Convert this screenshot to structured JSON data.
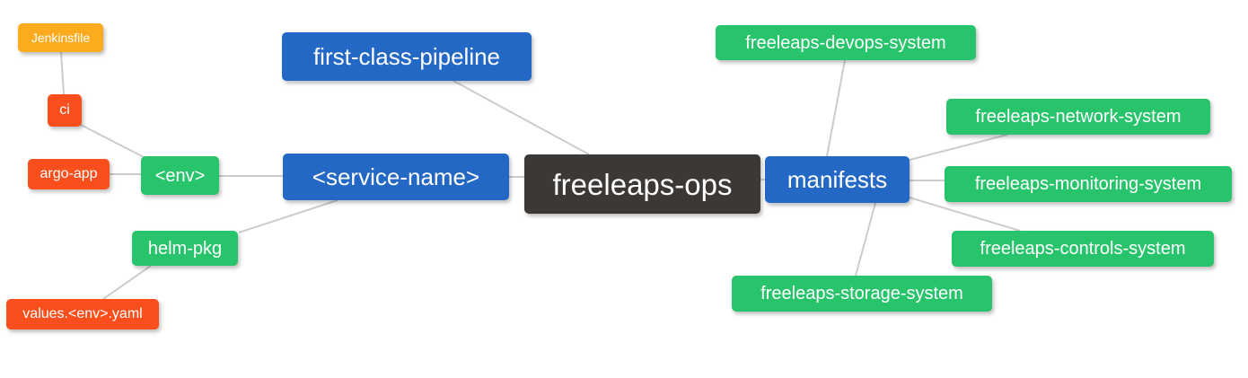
{
  "diagram": {
    "type": "mindmap",
    "title": "freeleaps-ops repository structure",
    "background": "#ffffff",
    "edge_color": "#cccccc",
    "palette": {
      "root": "#3b3836",
      "branch": "#2368c4",
      "leaf_green": "#28c46c",
      "leaf_red": "#fb4e1d",
      "leaf_orange": "#fbab1d",
      "text": "#ffffff"
    }
  },
  "nodes": {
    "freeleaps_ops": {
      "label": "freeleaps-ops"
    },
    "first_class_pipeline": {
      "label": "first-class-pipeline"
    },
    "service_name": {
      "label": "<service-name>"
    },
    "env": {
      "label": "<env>"
    },
    "ci": {
      "label": "ci"
    },
    "jenkinsfile": {
      "label": "Jenkinsfile"
    },
    "argo_app": {
      "label": "argo-app"
    },
    "helm_pkg": {
      "label": "helm-pkg"
    },
    "values_env_yaml": {
      "label": "values.<env>.yaml"
    },
    "manifests": {
      "label": "manifests"
    },
    "devops_system": {
      "label": "freeleaps-devops-system"
    },
    "network_system": {
      "label": "freeleaps-network-system"
    },
    "monitoring_system": {
      "label": "freeleaps-monitoring-system"
    },
    "controls_system": {
      "label": "freeleaps-controls-system"
    },
    "storage_system": {
      "label": "freeleaps-storage-system"
    }
  },
  "edges": [
    {
      "from": "jenkinsfile",
      "to": "ci"
    },
    {
      "from": "ci",
      "to": "env"
    },
    {
      "from": "argo_app",
      "to": "env"
    },
    {
      "from": "env",
      "to": "service_name"
    },
    {
      "from": "service_name",
      "to": "helm_pkg"
    },
    {
      "from": "helm_pkg",
      "to": "values_env_yaml"
    },
    {
      "from": "first_class_pipeline",
      "to": "freeleaps_ops"
    },
    {
      "from": "service_name",
      "to": "freeleaps_ops"
    },
    {
      "from": "freeleaps_ops",
      "to": "manifests"
    },
    {
      "from": "manifests",
      "to": "devops_system"
    },
    {
      "from": "manifests",
      "to": "network_system"
    },
    {
      "from": "manifests",
      "to": "monitoring_system"
    },
    {
      "from": "manifests",
      "to": "controls_system"
    },
    {
      "from": "manifests",
      "to": "storage_system"
    }
  ]
}
